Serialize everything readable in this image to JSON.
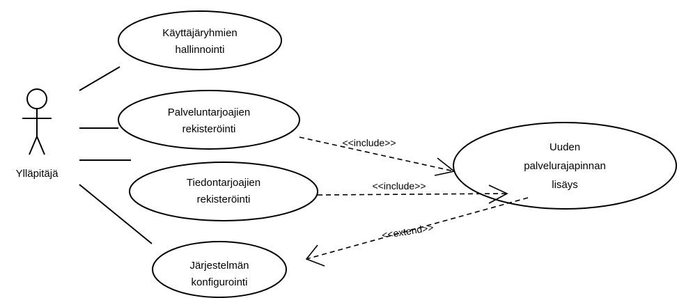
{
  "actor": {
    "name": "Ylläpitäjä"
  },
  "use_cases": {
    "group_management": {
      "line1": "Käyttäjäryhmien",
      "line2": "hallinnointi"
    },
    "provider_registration": {
      "line1": "Palveluntarjoajien",
      "line2": "rekisteröinti"
    },
    "info_provider_registration": {
      "line1": "Tiedontarjoajien",
      "line2": "rekisteröinti"
    },
    "system_configuration": {
      "line1": "Järjestelmän",
      "line2": "konfigurointi"
    },
    "new_service_interface": {
      "line1": "Uuden",
      "line2": "palvelurajapinnan",
      "line3": "lisäys"
    }
  },
  "relations": {
    "include_1": "<<include>>",
    "include_2": "<<include>>",
    "extend": "<<extend>>"
  },
  "colors": {
    "stroke": "#000000",
    "fill": "#ffffff"
  }
}
